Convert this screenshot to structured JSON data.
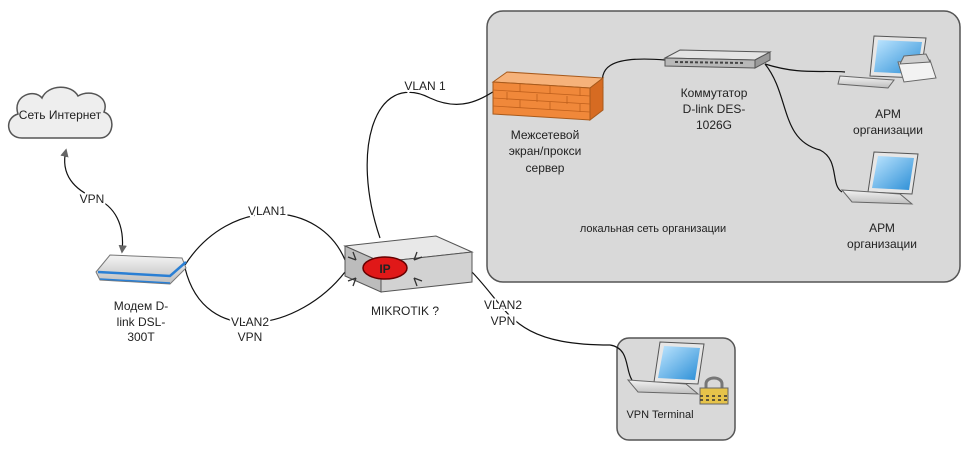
{
  "labels": {
    "internet_cloud": "Сеть Интернет",
    "vpn_top": "VPN",
    "modem": [
      "Модем D-",
      "link DSL-",
      "300T"
    ],
    "vlan1_left": "VLAN1",
    "vlan2_left": [
      "VLAN2",
      "VPN"
    ],
    "mikrotik": "MIKROTIK ?",
    "vlan1_top": "VLAN 1",
    "firewall": [
      "Межсетевой",
      "экран/прокси",
      "сервер"
    ],
    "switch": [
      "Коммутатор",
      "D-link DES-",
      "1026G"
    ],
    "workstation_1": [
      "АРМ",
      "организации"
    ],
    "workstation_2": [
      "АРМ",
      "организации"
    ],
    "lan_caption": "локальная сеть организации",
    "vlan2_right": [
      "VLAN2",
      "VPN"
    ],
    "vpn_terminal": "VPN Terminal",
    "router_badge": "IP"
  },
  "colors": {
    "group_fill": "#d9d9d9",
    "group_stroke": "#555555",
    "firewall": "#f0883a",
    "router_badge": "#e01818",
    "monitor_screen": "#3aa0e0",
    "lock": "#e6c34a"
  },
  "icons": [
    "cloud-icon",
    "modem-icon",
    "router-icon",
    "firewall-icon",
    "switch-icon",
    "workstation-icon",
    "lock-icon"
  ]
}
